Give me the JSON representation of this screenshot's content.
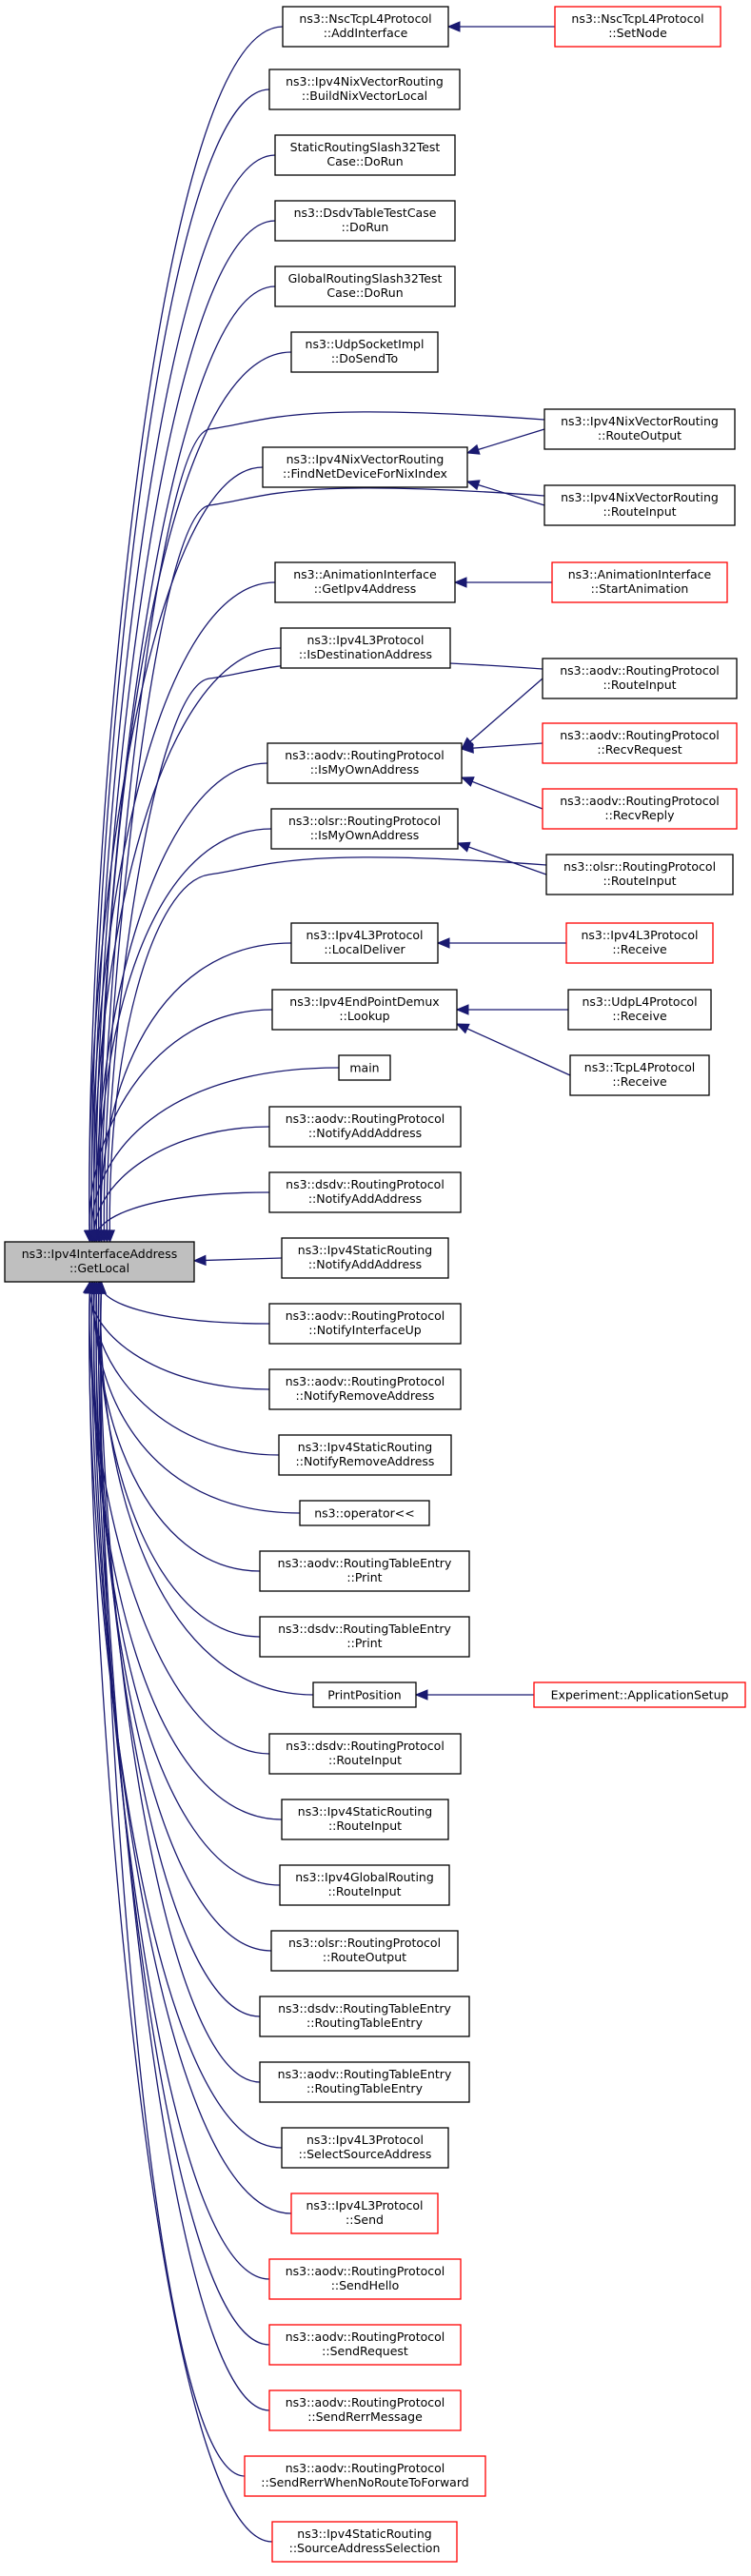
{
  "colors": {
    "edge": "#191970",
    "normal_border": "#000000",
    "truncated_border": "#ff0000",
    "root_fill": "#bfbfbf",
    "fill": "#ffffff"
  },
  "root": {
    "id": "root",
    "lines": [
      "ns3::Ipv4InterfaceAddress",
      "::GetLocal"
    ]
  },
  "callers": [
    {
      "id": "nsctcpl4-addinterface",
      "lines": [
        "ns3::NscTcpL4Protocol",
        "::AddInterface"
      ]
    },
    {
      "id": "nix-buildnixvectorlocal",
      "lines": [
        "ns3::Ipv4NixVectorRouting",
        "::BuildNixVectorLocal"
      ]
    },
    {
      "id": "staticslash32-dorun",
      "lines": [
        "StaticRoutingSlash32Test",
        "Case::DoRun"
      ]
    },
    {
      "id": "dsdvtable-dorun",
      "lines": [
        "ns3::DsdvTableTestCase",
        "::DoRun"
      ]
    },
    {
      "id": "globalslash32-dorun",
      "lines": [
        "GlobalRoutingSlash32Test",
        "Case::DoRun"
      ]
    },
    {
      "id": "udpsocket-dosendto",
      "lines": [
        "ns3::UdpSocketImpl",
        "::DoSendTo"
      ]
    },
    {
      "id": "nix-findnetdevice",
      "lines": [
        "ns3::Ipv4NixVectorRouting",
        "::FindNetDeviceForNixIndex"
      ]
    },
    {
      "id": "anim-getipv4address",
      "lines": [
        "ns3::AnimationInterface",
        "::GetIpv4Address"
      ]
    },
    {
      "id": "ipv4l3-isdestination",
      "lines": [
        "ns3::Ipv4L3Protocol",
        "::IsDestinationAddress"
      ]
    },
    {
      "id": "aodv-ismyownaddress",
      "lines": [
        "ns3::aodv::RoutingProtocol",
        "::IsMyOwnAddress"
      ]
    },
    {
      "id": "olsr-ismyownaddress",
      "lines": [
        "ns3::olsr::RoutingProtocol",
        "::IsMyOwnAddress"
      ]
    },
    {
      "id": "ipv4l3-localdeliver",
      "lines": [
        "ns3::Ipv4L3Protocol",
        "::LocalDeliver"
      ]
    },
    {
      "id": "endpointdemux-lookup",
      "lines": [
        "ns3::Ipv4EndPointDemux",
        "::Lookup"
      ]
    },
    {
      "id": "main",
      "lines": [
        "main"
      ]
    },
    {
      "id": "aodv-notifyaddaddress",
      "lines": [
        "ns3::aodv::RoutingProtocol",
        "::NotifyAddAddress"
      ]
    },
    {
      "id": "dsdv-notifyaddaddress",
      "lines": [
        "ns3::dsdv::RoutingProtocol",
        "::NotifyAddAddress"
      ]
    },
    {
      "id": "static-notifyaddaddress",
      "lines": [
        "ns3::Ipv4StaticRouting",
        "::NotifyAddAddress"
      ]
    },
    {
      "id": "aodv-notifyinterfaceup",
      "lines": [
        "ns3::aodv::RoutingProtocol",
        "::NotifyInterfaceUp"
      ]
    },
    {
      "id": "aodv-notifyremoveaddress",
      "lines": [
        "ns3::aodv::RoutingProtocol",
        "::NotifyRemoveAddress"
      ]
    },
    {
      "id": "static-notifyremoveaddress",
      "lines": [
        "ns3::Ipv4StaticRouting",
        "::NotifyRemoveAddress"
      ]
    },
    {
      "id": "operator-lshift",
      "lines": [
        "ns3::operator<<"
      ]
    },
    {
      "id": "aodv-rte-print",
      "lines": [
        "ns3::aodv::RoutingTableEntry",
        "::Print"
      ]
    },
    {
      "id": "dsdv-rte-print",
      "lines": [
        "ns3::dsdv::RoutingTableEntry",
        "::Print"
      ]
    },
    {
      "id": "printposition",
      "lines": [
        "PrintPosition"
      ]
    },
    {
      "id": "dsdv-routeinput",
      "lines": [
        "ns3::dsdv::RoutingProtocol",
        "::RouteInput"
      ]
    },
    {
      "id": "static-routeinput",
      "lines": [
        "ns3::Ipv4StaticRouting",
        "::RouteInput"
      ]
    },
    {
      "id": "global-routeinput",
      "lines": [
        "ns3::Ipv4GlobalRouting",
        "::RouteInput"
      ]
    },
    {
      "id": "olsr-routeoutput",
      "lines": [
        "ns3::olsr::RoutingProtocol",
        "::RouteOutput"
      ]
    },
    {
      "id": "dsdv-rte-ctor",
      "lines": [
        "ns3::dsdv::RoutingTableEntry",
        "::RoutingTableEntry"
      ]
    },
    {
      "id": "aodv-rte-ctor",
      "lines": [
        "ns3::aodv::RoutingTableEntry",
        "::RoutingTableEntry"
      ]
    },
    {
      "id": "ipv4l3-selectsource",
      "lines": [
        "ns3::Ipv4L3Protocol",
        "::SelectSourceAddress"
      ]
    },
    {
      "id": "ipv4l3-send",
      "lines": [
        "ns3::Ipv4L3Protocol",
        "::Send"
      ]
    },
    {
      "id": "aodv-sendhello",
      "lines": [
        "ns3::aodv::RoutingProtocol",
        "::SendHello"
      ]
    },
    {
      "id": "aodv-sendrequest",
      "lines": [
        "ns3::aodv::RoutingProtocol",
        "::SendRequest"
      ]
    },
    {
      "id": "aodv-sendrerrmessage",
      "lines": [
        "ns3::aodv::RoutingProtocol",
        "::SendRerrMessage"
      ]
    },
    {
      "id": "aodv-sendrerrnoroute",
      "lines": [
        "ns3::aodv::RoutingProtocol",
        "::SendRerrWhenNoRouteToForward"
      ]
    },
    {
      "id": "static-sourceselection",
      "lines": [
        "ns3::Ipv4StaticRouting",
        "::SourceAddressSelection"
      ]
    }
  ],
  "second_level": [
    {
      "id": "nsctcpl4-setnode",
      "lines": [
        "ns3::NscTcpL4Protocol",
        "::SetNode"
      ]
    },
    {
      "id": "nix-routeoutput",
      "lines": [
        "ns3::Ipv4NixVectorRouting",
        "::RouteOutput"
      ]
    },
    {
      "id": "nix-routeinput",
      "lines": [
        "ns3::Ipv4NixVectorRouting",
        "::RouteInput"
      ]
    },
    {
      "id": "anim-startanimation",
      "lines": [
        "ns3::AnimationInterface",
        "::StartAnimation"
      ]
    },
    {
      "id": "aodv-routeinput",
      "lines": [
        "ns3::aodv::RoutingProtocol",
        "::RouteInput"
      ]
    },
    {
      "id": "aodv-recvrequest",
      "lines": [
        "ns3::aodv::RoutingProtocol",
        "::RecvRequest"
      ]
    },
    {
      "id": "aodv-recvreply",
      "lines": [
        "ns3::aodv::RoutingProtocol",
        "::RecvReply"
      ]
    },
    {
      "id": "olsr-routeinput",
      "lines": [
        "ns3::olsr::RoutingProtocol",
        "::RouteInput"
      ]
    },
    {
      "id": "ipv4l3-receive",
      "lines": [
        "ns3::Ipv4L3Protocol",
        "::Receive"
      ]
    },
    {
      "id": "udpl4-receive",
      "lines": [
        "ns3::UdpL4Protocol",
        "::Receive"
      ]
    },
    {
      "id": "tcpl4-receive",
      "lines": [
        "ns3::TcpL4Protocol",
        "::Receive"
      ]
    },
    {
      "id": "experiment-appsetup",
      "lines": [
        "Experiment::ApplicationSetup"
      ]
    }
  ]
}
